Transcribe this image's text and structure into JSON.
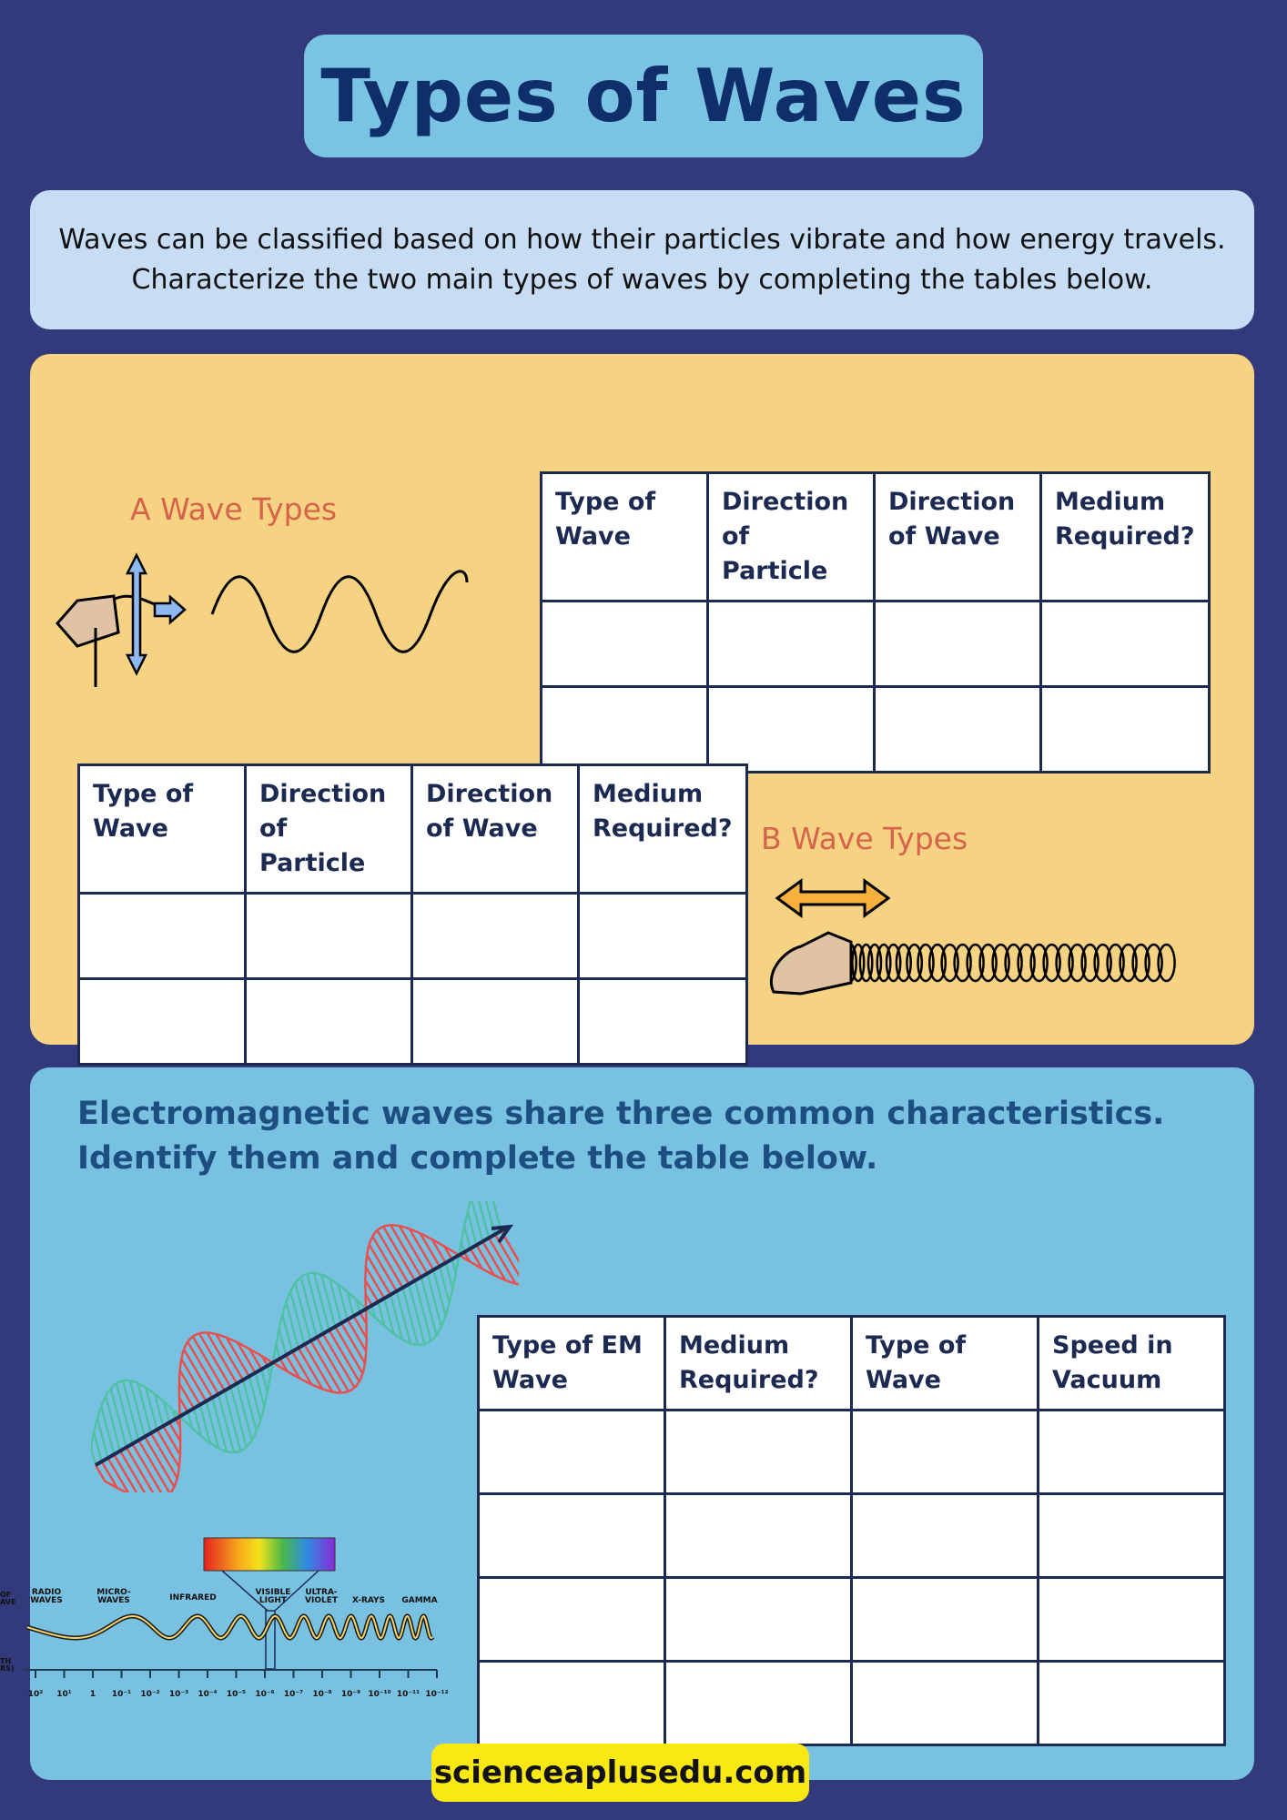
{
  "title": "Types of Waves",
  "intro": "Waves can be classified based on how their particles vibrate and how energy travels. Characterize the two main types of waves by completing the tables below.",
  "section_a": {
    "label": "A Wave Types",
    "headers": [
      "Type of Wave",
      "Direction of Particle",
      "Direction of Wave",
      "Medium Required?"
    ]
  },
  "section_b": {
    "label": "B Wave Types",
    "headers": [
      "Type of Wave",
      "Direction of Particle",
      "Direction of Wave",
      "Medium Required?"
    ]
  },
  "em": {
    "text_line1": "Electromagnetic waves share three common characteristics.",
    "text_line2": "Identify them and complete the table below.",
    "headers": [
      "Type of EM Wave",
      "Medium Required?",
      "Type of Wave",
      "Speed in Vacuum"
    ],
    "spectrum_labels": [
      "RADIO WAVES",
      "MICRO-WAVES",
      "INFRARED",
      "VISIBLE LIGHT",
      "ULTRA-VIOLET",
      "X-RAYS",
      "GAMMA"
    ],
    "spectrum_side": [
      "OF",
      "AVE",
      "TH",
      "RS)"
    ],
    "ticks": [
      "10²",
      "10¹",
      "1",
      "10⁻¹",
      "10⁻²",
      "10⁻³",
      "10⁻⁴",
      "10⁻⁵",
      "10⁻⁶",
      "10⁻⁷",
      "10⁻⁸",
      "10⁻⁹",
      "10⁻¹⁰",
      "10⁻¹¹",
      "10⁻¹²"
    ]
  },
  "footer": "scienceaplusedu.com",
  "colors": {
    "background": "#323a7c",
    "title_box": "#7ac3e2",
    "title_text": "#0f2f6b",
    "intro_box": "#c6ddf5",
    "yellow_panel": "#f6d283",
    "blue_panel": "#79c1e1",
    "label": "#d4644a",
    "footer": "#f9e814"
  }
}
